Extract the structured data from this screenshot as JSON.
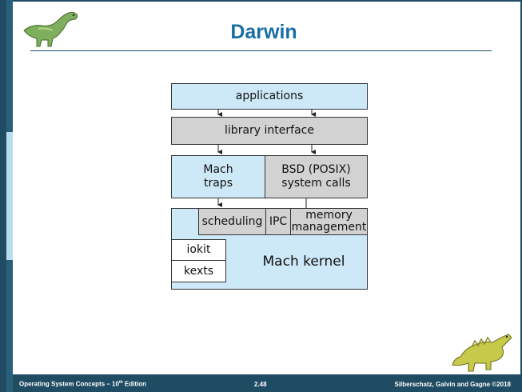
{
  "slide": {
    "title": "Darwin",
    "footer": {
      "left": "Operating System Concepts – 10",
      "left_sup": "th",
      "left_suffix": " Edition",
      "page": "2.48",
      "right": "Silberschatz, Galvin and Gagne ©2018"
    }
  },
  "diagram": {
    "applications": "applications",
    "library_interface": "library interface",
    "mach_traps_line1": "Mach",
    "mach_traps_line2": "traps",
    "bsd_line1": "BSD (POSIX)",
    "bsd_line2": "system calls",
    "scheduling": "scheduling",
    "ipc": "IPC",
    "memory_line1": "memory",
    "memory_line2": "management",
    "iokit": "iokit",
    "kexts": "kexts",
    "mach_kernel": "Mach kernel"
  },
  "colors": {
    "title": "#1a6ea6",
    "blue_box": "#cde8f6",
    "gray_box": "#d2d2d2",
    "frame": "#1f4b63"
  }
}
